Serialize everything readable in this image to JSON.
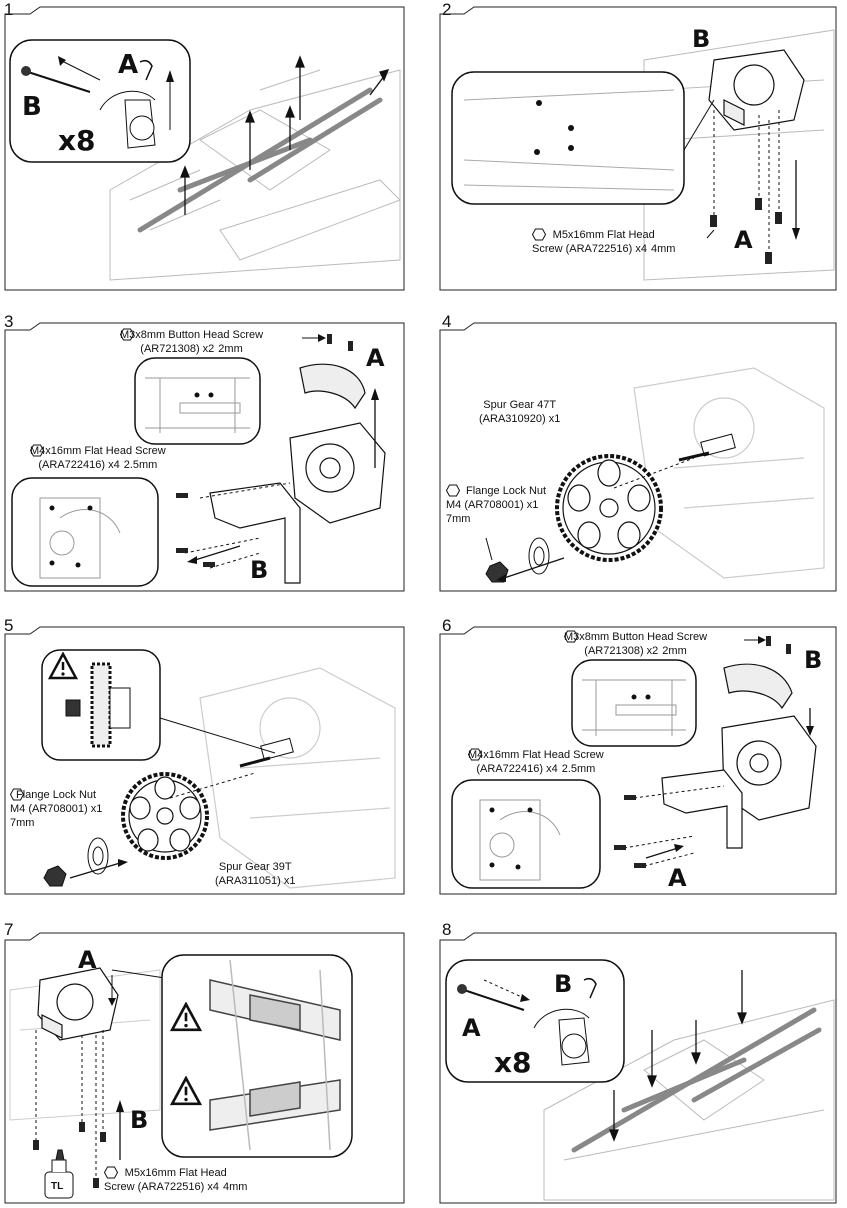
{
  "steps": [
    {
      "number": "1",
      "letters": [
        "A",
        "B"
      ],
      "qty": "x8"
    },
    {
      "number": "2",
      "letters": [
        "B",
        "A"
      ],
      "screw_name": "M5x16mm Flat Head",
      "screw_part": "Screw (ARA722516) x4",
      "tool": "4mm"
    },
    {
      "number": "3",
      "letters": [
        "A",
        "B"
      ],
      "screw1_name": "M3x8mm Button Head Screw",
      "screw1_part": "(AR721308) x2",
      "screw1_tool": "2mm",
      "screw2_name": "M4x16mm Flat Head Screw",
      "screw2_part": "(ARA722416) x4",
      "screw2_tool": "2.5mm"
    },
    {
      "number": "4",
      "gear_name": "Spur Gear 47T",
      "gear_part": "(ARA310920) x1",
      "nut_name": "Flange Lock Nut",
      "nut_part": "M4 (AR708001) x1",
      "nut_tool": "7mm"
    },
    {
      "number": "5",
      "gear_name": "Spur Gear 39T",
      "gear_part": "(ARA311051) x1",
      "nut_name": "Flange Lock Nut",
      "nut_part": "M4 (AR708001) x1",
      "nut_tool": "7mm"
    },
    {
      "number": "6",
      "letters": [
        "B",
        "A"
      ],
      "screw1_name": "M3x8mm Button Head Screw",
      "screw1_part": "(AR721308) x2",
      "screw1_tool": "2mm",
      "screw2_name": "M4x16mm Flat Head Screw",
      "screw2_part": "(ARA722416) x4",
      "screw2_tool": "2.5mm"
    },
    {
      "number": "7",
      "letters": [
        "A",
        "B"
      ],
      "screw_name": "M5x16mm Flat Head",
      "screw_part": "Screw (ARA722516) x4",
      "tool": "4mm",
      "threadlock_label": "TL"
    },
    {
      "number": "8",
      "letters": [
        "B",
        "A"
      ],
      "qty": "x8"
    }
  ],
  "icons": [
    "warning-icon",
    "hex-wrench-icon"
  ]
}
